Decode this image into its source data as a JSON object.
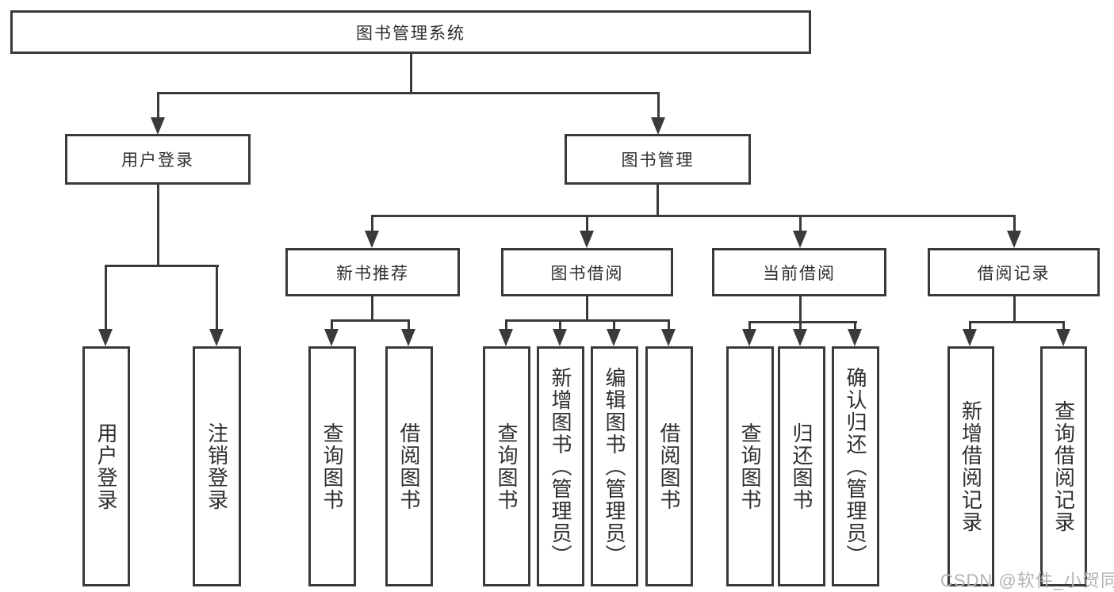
{
  "colors": {
    "line": "#3a3a3a",
    "box_border": "#3a3a3a",
    "label_text": "#2e2e2e",
    "watermark": "#b4b4b4",
    "background": "#ffffff"
  },
  "watermark": {
    "text": "CSDN @软件_小贺同学"
  },
  "nodes": {
    "root": "图书管理系统",
    "user_login": "用户登录",
    "book_mgmt": "图书管理",
    "new_book_rec": "新书推荐",
    "book_borrow": "图书借阅",
    "current_borrow": "当前借阅",
    "borrow_records": "借阅记录",
    "leaf_user_login": "用户登录",
    "leaf_logout": "注销登录",
    "leaf_query_books_rec": "查询图书",
    "leaf_borrow_books_rec": "借阅图书",
    "leaf_query_books_bor": "查询图书",
    "leaf_add_books_admin": "新增图书（管理员）",
    "leaf_edit_books_admin": "编辑图书（管理员）",
    "leaf_borrow_books_bor": "借阅图书",
    "leaf_query_books_cur": "查询图书",
    "leaf_return_books": "归还图书",
    "leaf_confirm_return_admin": "确认归还（管理员）",
    "leaf_add_borrow_record": "新增借阅记录",
    "leaf_query_borrow_record": "查询借阅记录"
  },
  "tree": {
    "label": "图书管理系统",
    "children": [
      {
        "label": "用户登录",
        "children": [
          {
            "label": "用户登录"
          },
          {
            "label": "注销登录"
          }
        ]
      },
      {
        "label": "图书管理",
        "children": [
          {
            "label": "新书推荐",
            "children": [
              {
                "label": "查询图书"
              },
              {
                "label": "借阅图书"
              }
            ]
          },
          {
            "label": "图书借阅",
            "children": [
              {
                "label": "查询图书"
              },
              {
                "label": "新增图书（管理员）"
              },
              {
                "label": "编辑图书（管理员）"
              },
              {
                "label": "借阅图书"
              }
            ]
          },
          {
            "label": "当前借阅",
            "children": [
              {
                "label": "查询图书"
              },
              {
                "label": "归还图书"
              },
              {
                "label": "确认归还（管理员）"
              }
            ]
          },
          {
            "label": "借阅记录",
            "children": [
              {
                "label": "新增借阅记录"
              },
              {
                "label": "查询借阅记录"
              }
            ]
          }
        ]
      }
    ]
  }
}
